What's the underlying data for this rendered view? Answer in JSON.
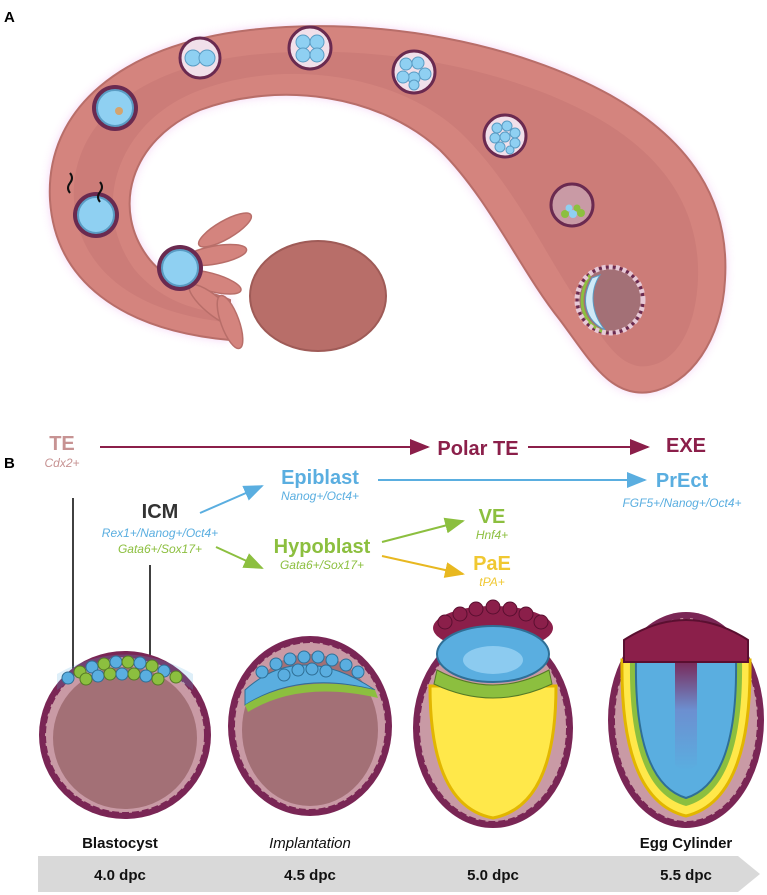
{
  "panels": {
    "a": "A",
    "b": "B"
  },
  "lineage": {
    "te": {
      "name": "TE",
      "marker": "Cdx2+"
    },
    "icm": {
      "name": "ICM",
      "marker1": "Rex1+/Nanog+/Oct4+",
      "marker2": "Gata6+/Sox17+"
    },
    "epiblast": {
      "name": "Epiblast",
      "marker": "Nanog+/Oct4+"
    },
    "hypoblast": {
      "name": "Hypoblast",
      "marker": "Gata6+/Sox17+"
    },
    "polar_te": {
      "name": "Polar TE"
    },
    "exe": {
      "name": "EXE"
    },
    "prect": {
      "name": "PrEct",
      "marker": "FGF5+/Nanog+/Oct4+"
    },
    "ve": {
      "name": "VE",
      "marker": "Hnf4+"
    },
    "pae": {
      "name": "PaE",
      "marker": "tPA+"
    }
  },
  "stages": [
    {
      "name": "Blastocyst",
      "dpc": "4.0 dpc"
    },
    {
      "name": "Implantation",
      "dpc": "4.5 dpc"
    },
    {
      "name": "",
      "dpc": "5.0 dpc"
    },
    {
      "name": "Egg Cylinder",
      "dpc": "5.5 dpc"
    }
  ],
  "colors": {
    "te": "#c79393",
    "polar_te": "#8b1f4a",
    "epiblast": "#5aaee0",
    "hypoblast": "#8cbf3f",
    "pae": "#f0c832",
    "oviduct": "#d4847e",
    "embryo_body": "#a37076"
  }
}
